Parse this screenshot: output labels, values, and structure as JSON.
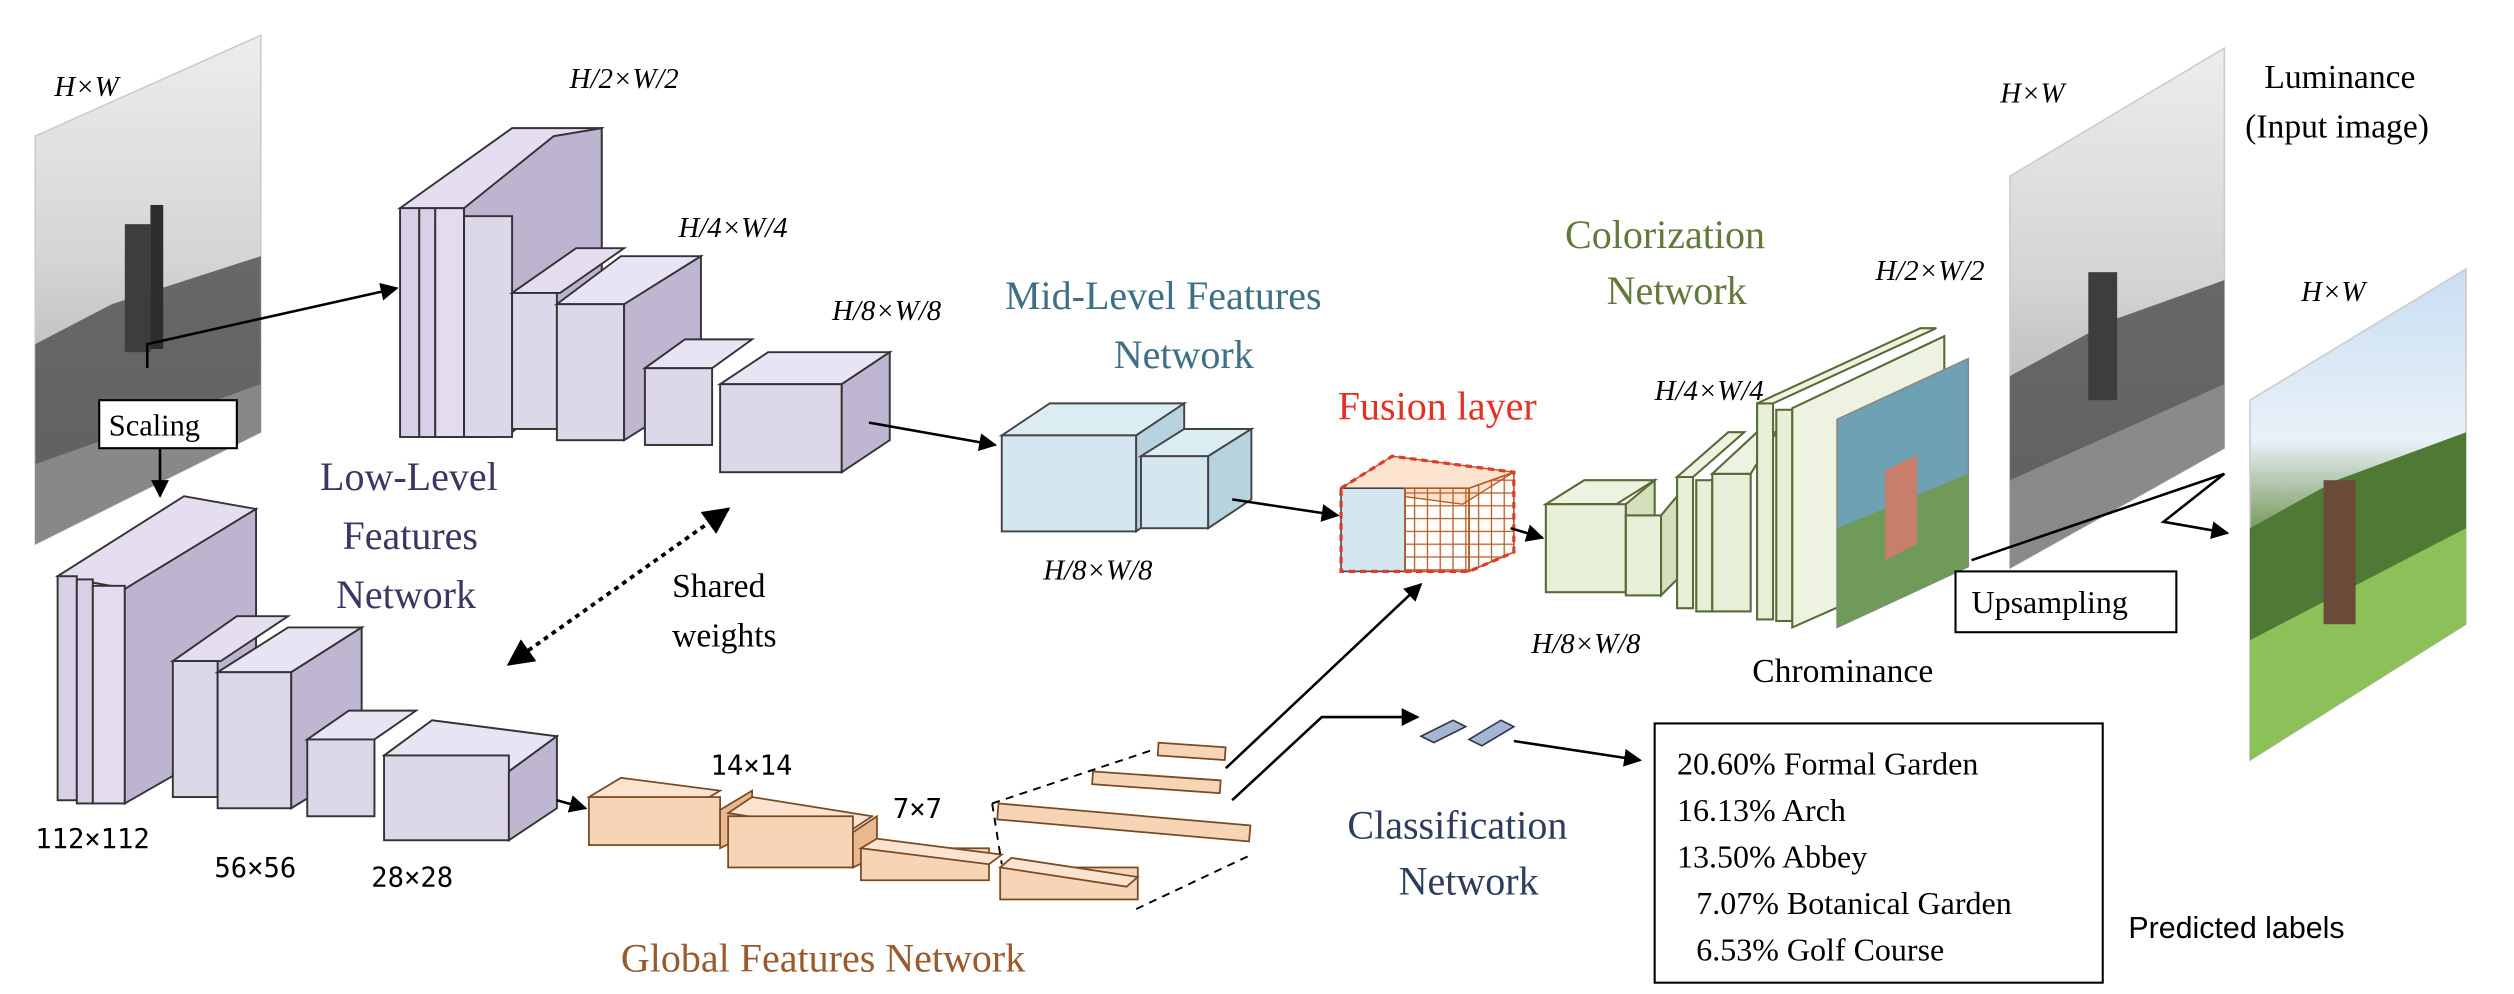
{
  "labels": {
    "input_size": "H×W",
    "half_size": "H/2×W/2",
    "quarter_size": "H/4×W/4",
    "eighth_size": "H/8×W/8",
    "scaling": "Scaling",
    "low_level": [
      "Low-Level",
      "Features",
      "Network"
    ],
    "shared_weights": [
      "Shared",
      "weights"
    ],
    "mid_level": [
      "Mid-Level Features",
      "Network"
    ],
    "fusion_layer": "Fusion layer",
    "colorization": [
      "Colorization",
      "Network"
    ],
    "chrominance": "Chrominance",
    "luminance": [
      "Luminance",
      "(Input image)"
    ],
    "upsampling": "Upsampling",
    "classification": [
      "Classification",
      "Network"
    ],
    "global_features": "Global Features Network",
    "predicted_labels": "Predicted labels",
    "sizes": {
      "s112": "112×112",
      "s56": "56×56",
      "s28": "28×28",
      "s14": "14×14",
      "s7": "7×7"
    }
  },
  "predictions": [
    "20.60% Formal Garden",
    "16.13% Arch",
    "13.50% Abbey",
    "7.07% Botanical Garden",
    "6.53% Golf Course"
  ],
  "colors": {
    "low_level": "#3f3562",
    "mid_level": "#3d7085",
    "fusion": "#e53024",
    "colorization": "#617a3c",
    "classification": "#2c3e5e",
    "global": "#9a5a2c"
  }
}
